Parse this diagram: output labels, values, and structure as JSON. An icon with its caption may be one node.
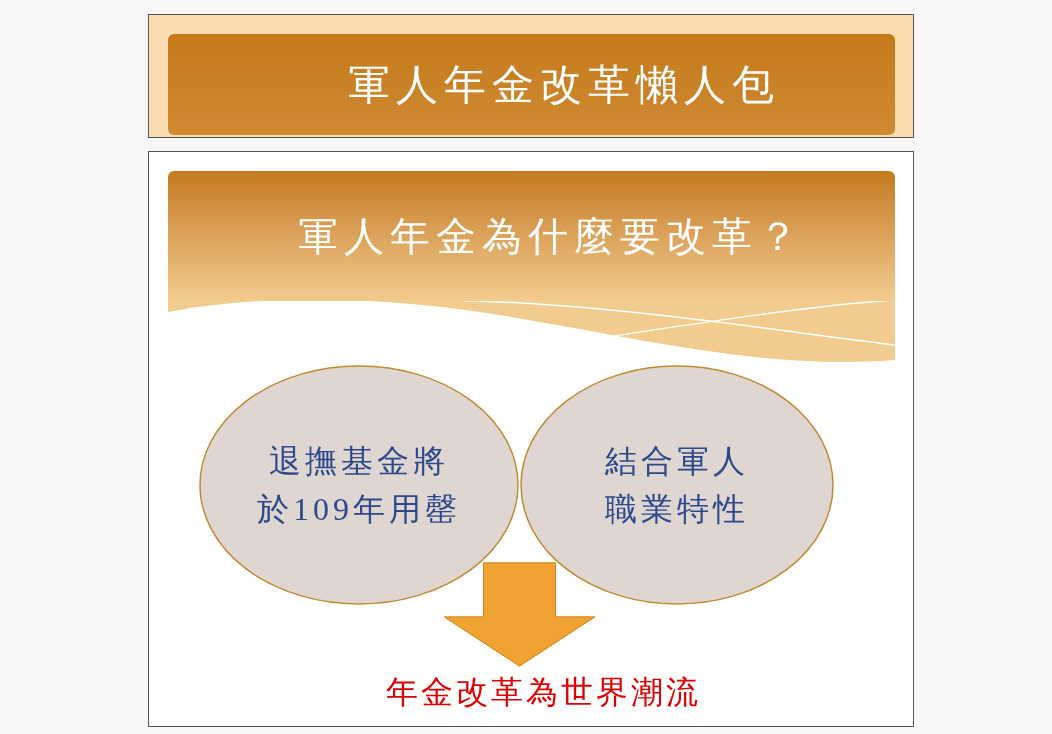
{
  "diagram": {
    "title": "軍人年金改革懶人包",
    "nodes": [
      {
        "text": [
          "軍人年金為什麼要改革？"
        ]
      },
      {
        "text": [
          "退撫基金將於109年用罄"
        ]
      },
      {
        "text": [
          "結合軍人職業特性"
        ]
      },
      {
        "text": [
          "年金改革為世界潮流"
        ]
      }
    ],
    "edges": [
      {
        "from": 1,
        "to": 3,
        "arrow": "to",
        "style": "thick",
        "color": "#f0a232"
      },
      {
        "from": 2,
        "to": 3,
        "arrow": "to",
        "style": "thick",
        "color": "#f0a232"
      }
    ]
  }
}
